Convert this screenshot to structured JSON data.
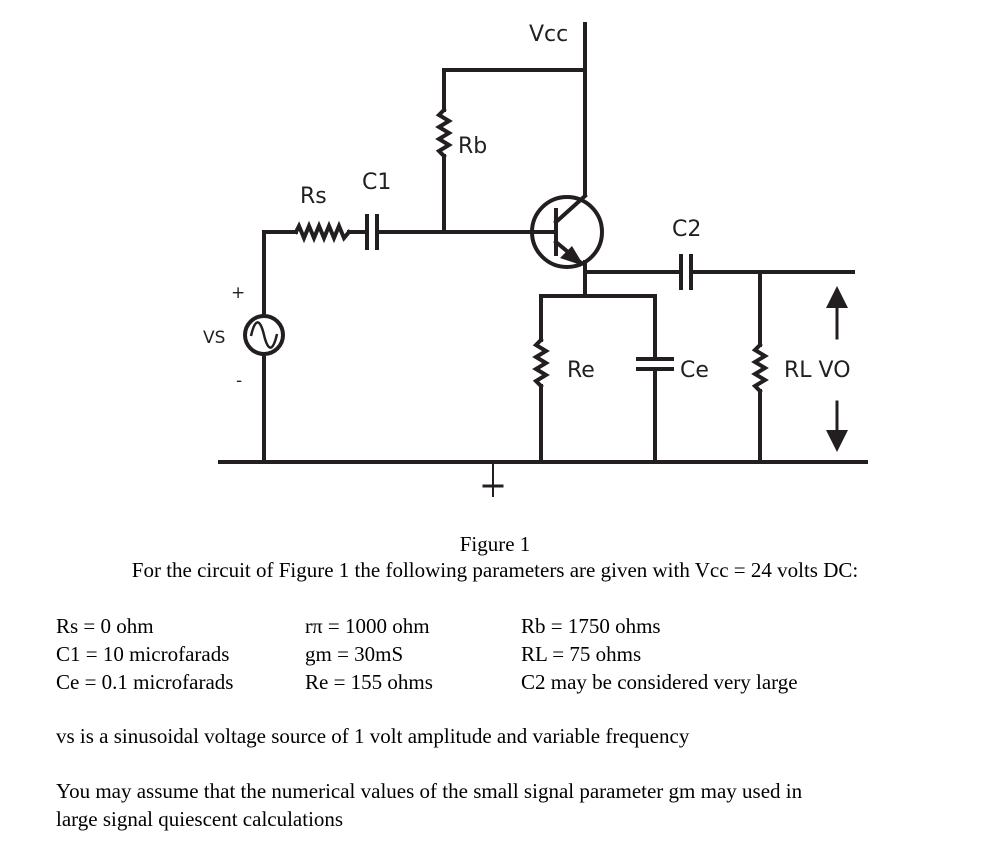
{
  "labels": {
    "vcc": "Vcc",
    "rb": "Rb",
    "rs": "Rs",
    "c1": "C1",
    "c2": "C2",
    "re": "Re",
    "ce": "Ce",
    "rl_vo": "RL VO",
    "vs": "VS",
    "plus": "+",
    "minus": "-"
  },
  "caption": "Figure 1",
  "intro": "For the circuit of Figure 1 the following parameters are given with Vcc = 24 volts DC:",
  "params": {
    "col1": [
      "Rs = 0 ohm",
      "C1 = 10 microfarads",
      "Ce = 0.1 microfarads"
    ],
    "col2": [
      "rπ = 1000 ohm",
      "gm = 30mS",
      "Re = 155 ohms"
    ],
    "col3": [
      "Rb = 1750 ohms",
      "RL = 75 ohms",
      "C2 may be considered very large"
    ]
  },
  "note1": "vs is a sinusoidal voltage source of 1 volt amplitude and variable frequency",
  "note2_line1": "You may assume that the numerical values of the small signal parameter gm may used in",
  "note2_line2": "large signal quiescent calculations"
}
